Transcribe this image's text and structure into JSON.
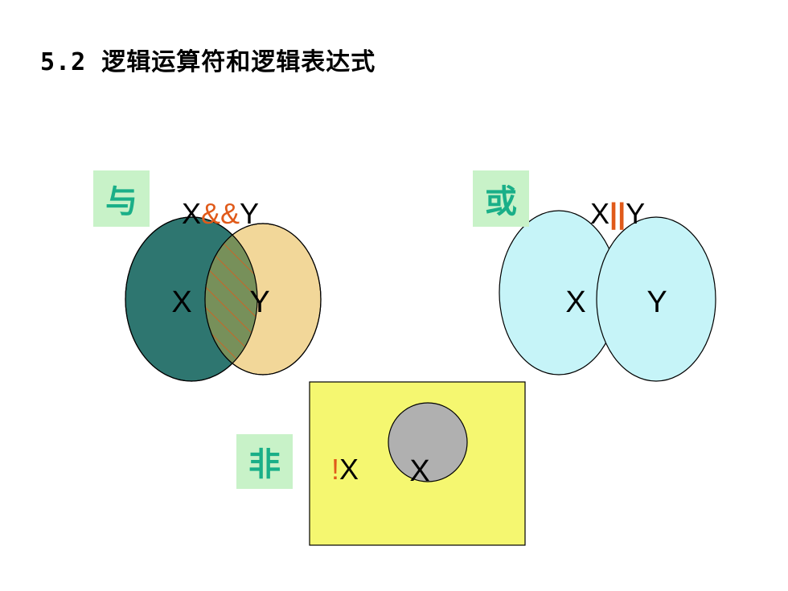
{
  "title": "5.2 逻辑运算符和逻辑表达式",
  "colors": {
    "op_box_bg": "#c8f2c8",
    "op_char": "#1aaf88",
    "operator_symbol": "#e05a1a",
    "and_x_fill": "#2e7670",
    "and_y_fill": "#f2d799",
    "and_overlap_fill": "#77905a",
    "or_fill": "#c6f4f8",
    "not_rect_fill": "#f5f770",
    "not_circle_fill": "#b0b0b0"
  },
  "and": {
    "op_char": "与",
    "expr_left": "X",
    "expr_op": "&&",
    "expr_right": "Y",
    "set_x": "X",
    "set_y": "Y"
  },
  "or": {
    "op_char": "或",
    "expr_left": "X",
    "expr_op": "||",
    "expr_right": "Y",
    "set_x": "X",
    "set_y": "Y"
  },
  "not": {
    "op_char": "非",
    "expr_op": "!",
    "expr_operand": "X",
    "set_x": "X"
  }
}
